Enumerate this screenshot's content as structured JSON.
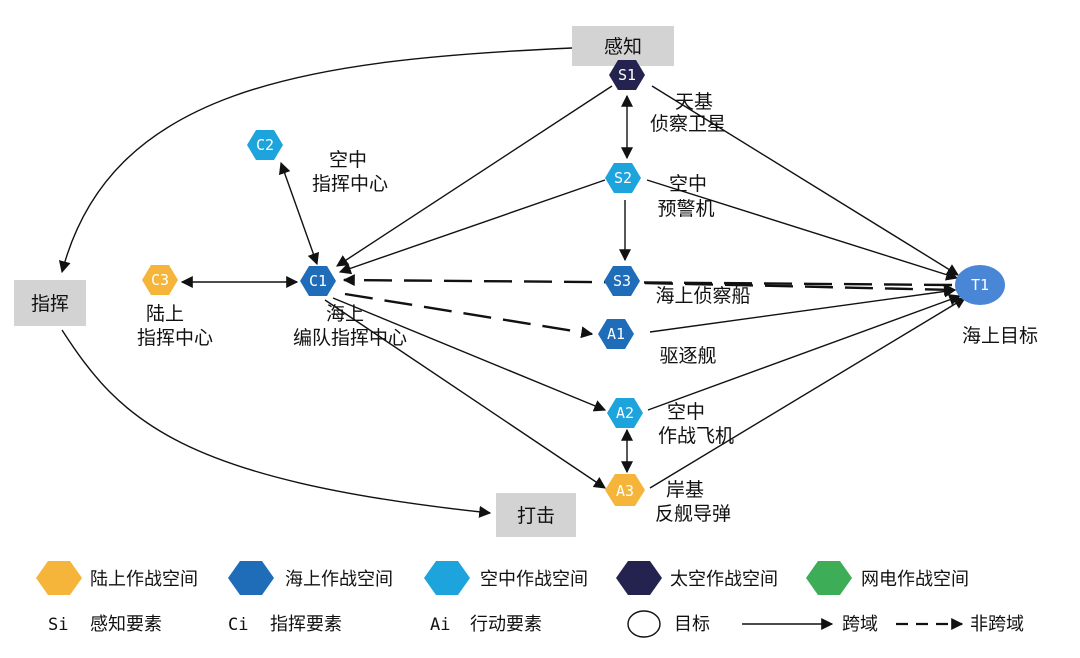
{
  "colors": {
    "land": "#F5B53B",
    "sea": "#1F6DB8",
    "air": "#1EA4DC",
    "space": "#24234F",
    "cyber": "#3DAD57",
    "target": "#4A86D6",
    "box": "#D3D3D3"
  },
  "boxes": {
    "sense": "感知",
    "command": "指挥",
    "strike": "打击"
  },
  "nodes": {
    "s1": {
      "id": "S1",
      "label1": "天基",
      "label2": "侦察卫星"
    },
    "s2": {
      "id": "S2",
      "label1": "空中",
      "label2": "预警机"
    },
    "s3": {
      "id": "S3",
      "label1": "海上侦察船"
    },
    "c1": {
      "id": "C1",
      "label1": "海上",
      "label2": "编队指挥中心"
    },
    "c2": {
      "id": "C2",
      "label1": "空中",
      "label2": "指挥中心"
    },
    "c3": {
      "id": "C3",
      "label1": "陆上",
      "label2": "指挥中心"
    },
    "a1": {
      "id": "A1",
      "label1": "驱逐舰"
    },
    "a2": {
      "id": "A2",
      "label1": "空中",
      "label2": "作战飞机"
    },
    "a3": {
      "id": "A3",
      "label1": "岸基",
      "label2": "反舰导弹"
    },
    "t1": {
      "id": "T1",
      "label1": "海上目标"
    }
  },
  "legend": {
    "land": "陆上作战空间",
    "sea": "海上作战空间",
    "air": "空中作战空间",
    "space": "太空作战空间",
    "cyber": "网电作战空间",
    "si_key": "Si",
    "si_label": "感知要素",
    "ci_key": "Ci",
    "ci_label": "指挥要素",
    "ai_key": "Ai",
    "ai_label": "行动要素",
    "target": "目标",
    "cross": "跨域",
    "noncross": "非跨域"
  }
}
